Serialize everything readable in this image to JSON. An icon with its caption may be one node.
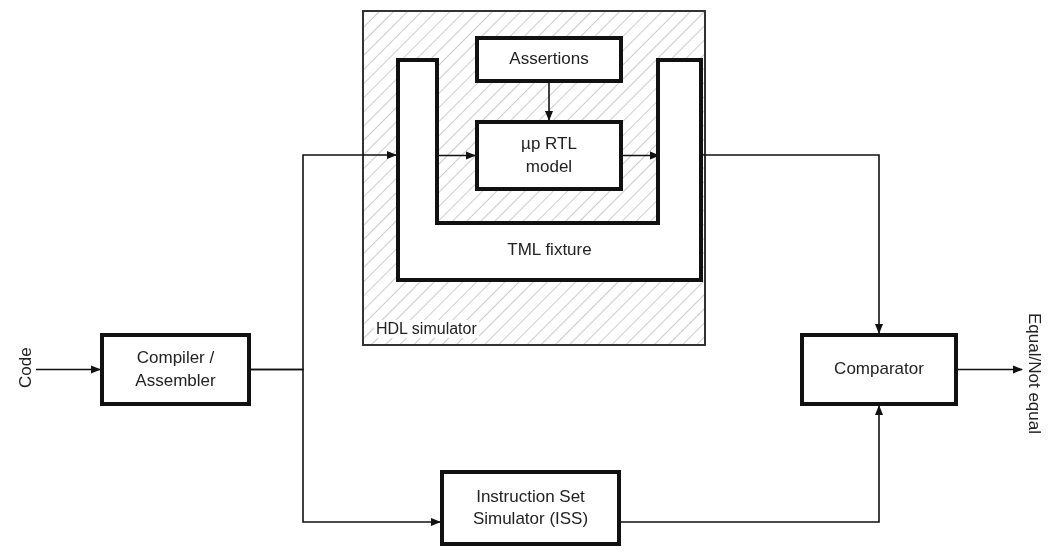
{
  "diagram": {
    "nodes": [
      {
        "text": [
          "Code"
        ]
      },
      {
        "text": [
          "Compiler / Assembler"
        ]
      },
      {
        "text": [
          "HDL simulator"
        ]
      },
      {
        "text": [
          "TML fixture"
        ],
        "in": 2
      },
      {
        "text": [
          "Assertions"
        ],
        "in": 2
      },
      {
        "text": [
          "µp RTL model"
        ],
        "in": 2
      },
      {
        "text": [
          "Comparator"
        ]
      },
      {
        "text": [
          "Instruction Set Simulator (ISS)"
        ]
      },
      {
        "text": [
          "Equal/Not equal"
        ]
      }
    ],
    "edges": [
      {
        "from": 0,
        "to": 1,
        "arrow": "to"
      },
      {
        "from": 1,
        "to": 3,
        "arrow": "to"
      },
      {
        "from": 1,
        "to": 7,
        "arrow": "to"
      },
      {
        "from": 4,
        "to": 5,
        "arrow": "to"
      },
      {
        "from": 3,
        "to": 5,
        "arrow": "to"
      },
      {
        "from": 5,
        "to": 3,
        "arrow": "to"
      },
      {
        "from": 3,
        "to": 6,
        "arrow": "to"
      },
      {
        "from": 7,
        "to": 6,
        "arrow": "to"
      },
      {
        "from": 6,
        "to": 8,
        "arrow": "to"
      }
    ]
  }
}
